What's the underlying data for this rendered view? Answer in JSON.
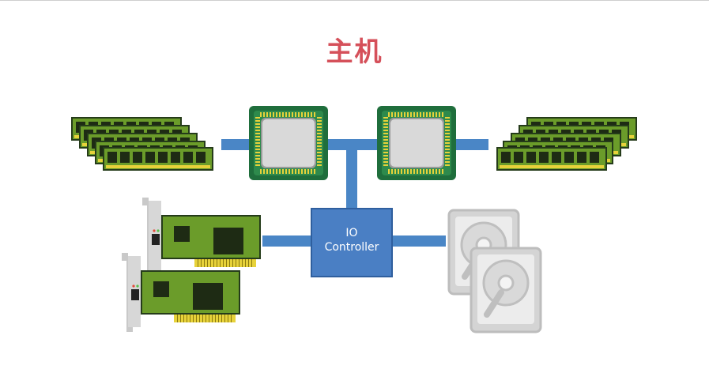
{
  "title": "主机",
  "io_controller": {
    "line1": "IO",
    "line2": "Controller"
  },
  "colors": {
    "bus": "#4a86c6",
    "io_box": "#4a7fc4",
    "title": "#d5505a",
    "pcb_green": "#6b9c2a",
    "pcb_dark": "#253b1a",
    "cpu_border": "#1f6e3c",
    "cpu_pin": "#e7d23a",
    "disk_gray": "#d4d4d4"
  },
  "components": {
    "cpus": 2,
    "memory_stacks": 2,
    "network_cards": 2,
    "hard_disks": 2
  }
}
